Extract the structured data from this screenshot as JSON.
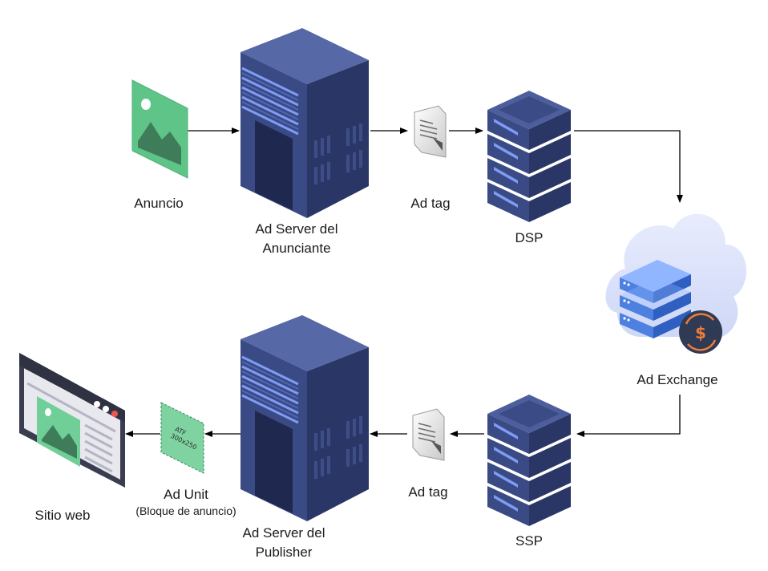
{
  "nodes": {
    "anuncio": {
      "label": "Anuncio",
      "icon": "image-icon"
    },
    "ad_server_anunciante": {
      "label_line1": "Ad Server del",
      "label_line2": "Anunciante",
      "icon": "server-tower-icon"
    },
    "ad_tag_top": {
      "label": "Ad tag",
      "icon": "document-icon"
    },
    "dsp": {
      "label": "DSP",
      "icon": "server-stack-icon"
    },
    "ad_exchange": {
      "label": "Ad Exchange",
      "icon": "cloud-exchange-icon"
    },
    "ssp": {
      "label": "SSP",
      "icon": "server-stack-icon"
    },
    "ad_tag_bottom": {
      "label": "Ad tag",
      "icon": "document-icon"
    },
    "ad_server_publisher": {
      "label_line1": "Ad Server del",
      "label_line2": "Publisher",
      "icon": "server-tower-icon"
    },
    "ad_unit": {
      "label": "Ad Unit",
      "sublabel": "(Bloque de anuncio)",
      "icon": "ad-slot-icon",
      "slot_line1": "ATF",
      "slot_line2": "300x250"
    },
    "sitio_web": {
      "label": "Sitio web",
      "icon": "browser-window-icon"
    }
  },
  "colors": {
    "server_dark": "#2c3a6b",
    "server_front": "#36467f",
    "server_light": "#4a5c98",
    "server_accent": "#6b8cf2",
    "image_green": "#6fcf97",
    "image_dark": "#3c7a57",
    "cloud": "#dfe5fb",
    "cloud_server": "#5b93ee",
    "coin": "#2e3a55",
    "coin_accent": "#f07b3a",
    "arrow": "#000000"
  }
}
